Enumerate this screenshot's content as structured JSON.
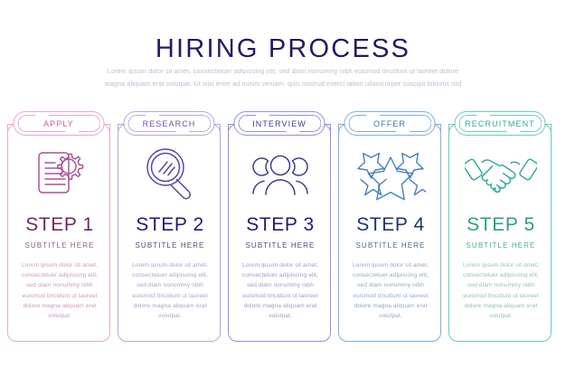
{
  "header": {
    "title": "HIRING PROCESS",
    "subtitle": "Lorem ipsum dolor sit amet, consectetuer adipiscing elit, sed diam nonummy nibh euismod tincidunt ut laoreet dolore magna aliquam erat volutpat. Ut wisi enim ad minim veniam, quis nostrud exerci tation ullamcorper suscipit lobortis nisl"
  },
  "colors": {
    "step1": "#e6a8d0",
    "step2": "#b9a6d8",
    "step3": "#8f93d4",
    "step4": "#7fb0d8",
    "step5": "#6fc9c0",
    "title": "#221b63",
    "subtitle": "#b9bcd0"
  },
  "steps": [
    {
      "tab": "APPLY",
      "icon": "document-gear-icon",
      "title": "STEP 1",
      "subtitle": "SUBTITLE HERE",
      "body": "Lorem ipsum dolor sit amet, consectetuer adipiscing elit, sed diam nonummy nibh euismod tincidunt ut laoreet dolore magna aliquam erat volutpat."
    },
    {
      "tab": "RESEARCH",
      "icon": "magnifying-glass-icon",
      "title": "STEP 2",
      "subtitle": "SUBTITLE HERE",
      "body": "Lorem ipsum dolor sit amet, consectetuer adipiscing elit, sed diam nonummy nibh euismod tincidunt ut laoreet dolore magna aliquam erat volutpat."
    },
    {
      "tab": "INTERVIEW",
      "icon": "people-group-icon",
      "title": "STEP 3",
      "subtitle": "SUBTITLE HERE",
      "body": "Lorem ipsum dolor sit amet, consectetuer adipiscing elit, sed diam nonummy nibh euismod tincidunt ut laoreet dolore magna aliquam erat volutpat."
    },
    {
      "tab": "OFFER",
      "icon": "stars-icon",
      "title": "STEP 4",
      "subtitle": "SUBTITLE HERE",
      "body": "Lorem ipsum dolor sit amet, consectetuer adipiscing elit, sed diam nonummy nibh euismod tincidunt ut laoreet dolore magna aliquam erat volutpat."
    },
    {
      "tab": "RECRUITMENT",
      "icon": "handshake-icon",
      "title": "STEP 5",
      "subtitle": "SUBTITLE HERE",
      "body": "Lorem ipsum dolor sit amet, consectetuer adipiscing elit, sed diam nonummy nibh euismod tincidunt ut laoreet dolore magna aliquam erat volutpat."
    }
  ]
}
